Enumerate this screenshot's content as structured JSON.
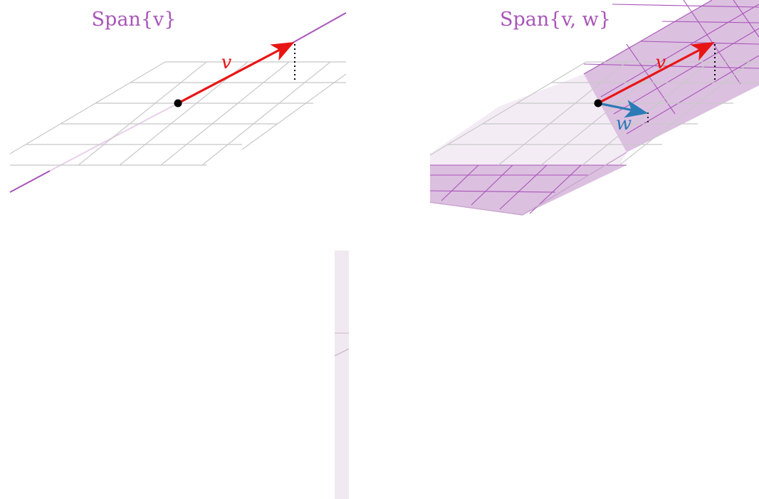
{
  "colors": {
    "span": "#a855b8",
    "span_fill": "rgba(160, 80, 170, 0.25)",
    "grid": "#c8c8c8",
    "v": "#e81515",
    "w": "#2c7bb6",
    "point": "#000000",
    "strip": "#f1e9f1"
  },
  "panels": {
    "left": {
      "title": "Span{v}",
      "v_label": "v"
    },
    "right": {
      "title": "Span{v, w}",
      "v_label": "v",
      "w_label": "w"
    }
  },
  "icons": {
    "arrowhead": "triangle-arrowhead",
    "point": "filled-circle"
  }
}
